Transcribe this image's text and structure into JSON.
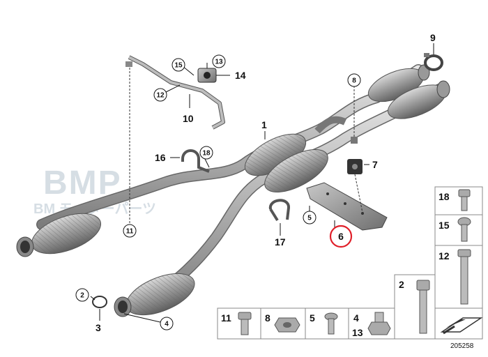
{
  "watermark": {
    "main": "BMP",
    "sub": "BM モーターパーツ"
  },
  "callouts": {
    "c1": "1",
    "c2": "2",
    "c3": "3",
    "c4": "4",
    "c5": "5",
    "c6": "6",
    "c7": "7",
    "c8": "8",
    "c9": "9",
    "c10": "10",
    "c11": "11",
    "c12": "12",
    "c13": "13",
    "c14": "14",
    "c15": "15",
    "c16": "16",
    "c17": "17",
    "c18": "18"
  },
  "legend": {
    "n18": "18",
    "n15": "15",
    "n12": "12",
    "n2": "2",
    "n11": "11",
    "n8": "8",
    "n5": "5",
    "n4": "4",
    "n13": "13"
  },
  "highlight_color": "#e0202a",
  "doc_number": "205258"
}
